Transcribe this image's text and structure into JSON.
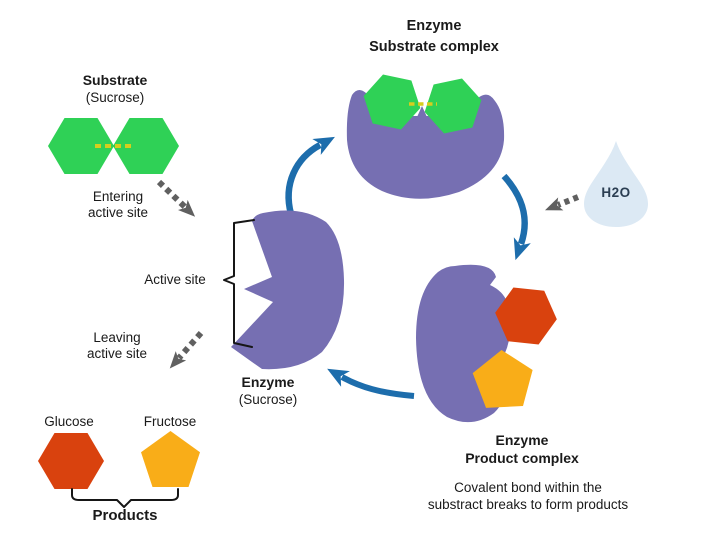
{
  "diagram": {
    "substrate": {
      "title": "Substrate",
      "subtitle": "(Sucrose)"
    },
    "entering": {
      "line1": "Entering",
      "line2": "active site"
    },
    "active_site_label": "Active site",
    "leaving": {
      "line1": "Leaving",
      "line2": "active site"
    },
    "enzyme": {
      "title": "Enzyme",
      "subtitle": "(Sucrose)"
    },
    "enzyme_substrate_complex": {
      "line1": "Enzyme",
      "line2": "Substrate complex"
    },
    "water_label": "H2O",
    "enzyme_product_complex": {
      "line1": "Enzyme",
      "line2": "Product complex"
    },
    "product_note": {
      "line1": "Covalent bond within the",
      "line2": "substract breaks to form products"
    },
    "glucose_label": "Glucose",
    "fructose_label": "Fructose",
    "products_label": "Products"
  },
  "colors": {
    "enzyme": "#766fb2",
    "substrate_green": "#2fd156",
    "bond_yellow": "#d6ce1e",
    "glucose_red": "#d9420e",
    "fructose_orange": "#f9ad18",
    "arrow_blue": "#1d6dac",
    "arrow_gray": "#606060",
    "droplet_blue": "#dce9f4",
    "water_text": "#2b3e52",
    "text": "#1a1a1a"
  }
}
